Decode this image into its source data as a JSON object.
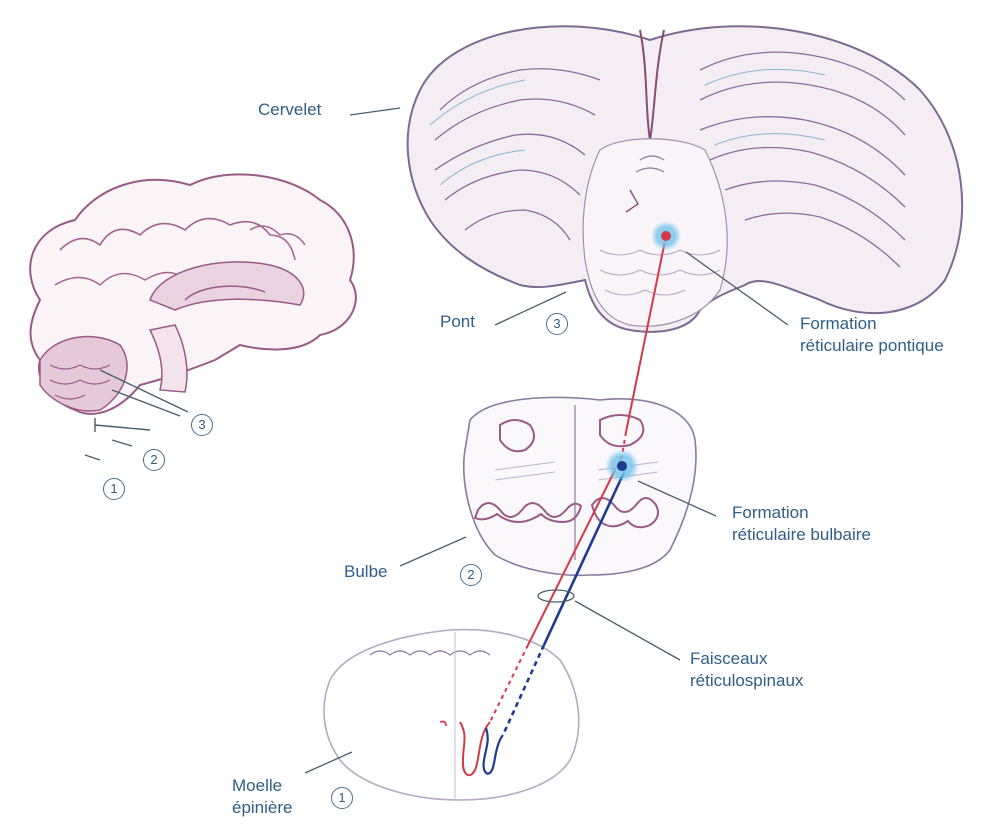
{
  "labels": {
    "cervelet": "Cervelet",
    "pont": "Pont",
    "bulbe": "Bulbe",
    "moelle_line1": "Moelle",
    "moelle_line2": "épinière",
    "formation_pontique_line1": "Formation",
    "formation_pontique_line2": "réticulaire pontique",
    "formation_bulbaire_line1": "Formation",
    "formation_bulbaire_line2": "réticulaire bulbaire",
    "faisceaux_line1": "Faisceaux",
    "faisceaux_line2": "réticulospinaux"
  },
  "section_numbers": {
    "spinal": "1",
    "medulla": "2",
    "pons": "3"
  },
  "colors": {
    "label_text": "#2f5f86",
    "tissue_outline": "#8a7aa0",
    "brain_purple": "#9a5a86",
    "pontine_tract": "#d23a4a",
    "medullary_tract": "#1f3a8f",
    "nucleus_glow": "#6fc2ea"
  }
}
